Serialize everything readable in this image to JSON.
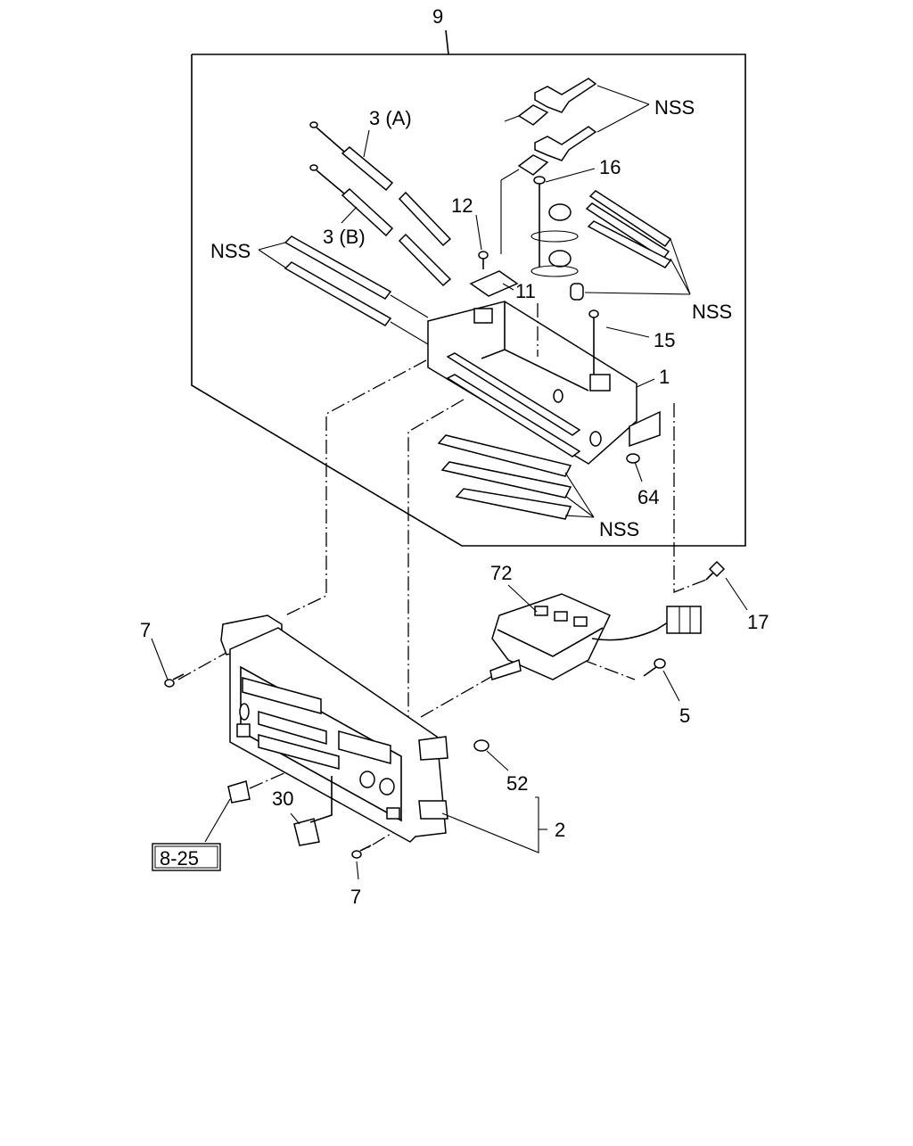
{
  "diagram": {
    "callouts": {
      "c9": "9",
      "c3a": "3 (A)",
      "c3b": "3 (B)",
      "nss_left": "NSS",
      "nss_top": "NSS",
      "nss_right": "NSS",
      "nss_bottom": "NSS",
      "c16": "16",
      "c12": "12",
      "c11": "11",
      "c15": "15",
      "c1": "1",
      "c64": "64",
      "c72": "72",
      "c17": "17",
      "c7_top": "7",
      "c5": "5",
      "c52": "52",
      "c2": "2",
      "c30": "30",
      "c7_bottom": "7",
      "ref_box": "8-25"
    }
  }
}
